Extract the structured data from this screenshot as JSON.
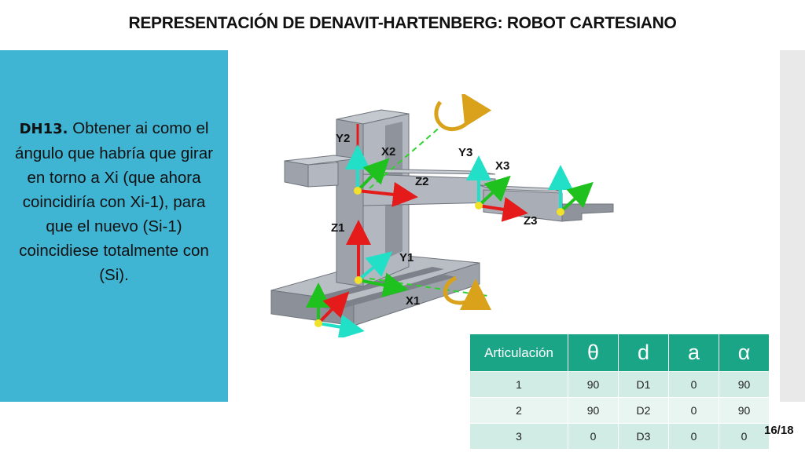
{
  "slide": {
    "title": "REPRESENTACIÓN DE DENAVIT-HARTENBERG: ROBOT CARTESIANO",
    "page_number": "16/18"
  },
  "description": {
    "lead": "DH13.",
    "text": " Obtener ai como el ángulo que habría que girar en torno a Xi (que ahora coincidiría con Xi-1), para que el nuevo (Si-1) coincidiese totalmente con (Si)."
  },
  "diagram": {
    "labels": {
      "y2": "Y2",
      "x2": "X2",
      "z2": "Z2",
      "y3": "Y3",
      "x3": "X3",
      "z3": "Z3",
      "z1": "Z1",
      "y1": "Y1",
      "x1": "X1"
    },
    "colors": {
      "x_axis": "#1ec11e",
      "y_axis": "#22e0c8",
      "z_axis": "#e51b1b",
      "origin": "#f1e12a",
      "rotation": "#d9a21a",
      "structure": "#a4a9b2"
    }
  },
  "table": {
    "headers": [
      "Articulación",
      "θ",
      "d",
      "a",
      "α"
    ],
    "rows": [
      [
        "1",
        "90",
        "D1",
        "0",
        "90"
      ],
      [
        "2",
        "90",
        "D2",
        "0",
        "90"
      ],
      [
        "3",
        "0",
        "D3",
        "0",
        "0"
      ]
    ],
    "header_color": "#1ba587"
  }
}
